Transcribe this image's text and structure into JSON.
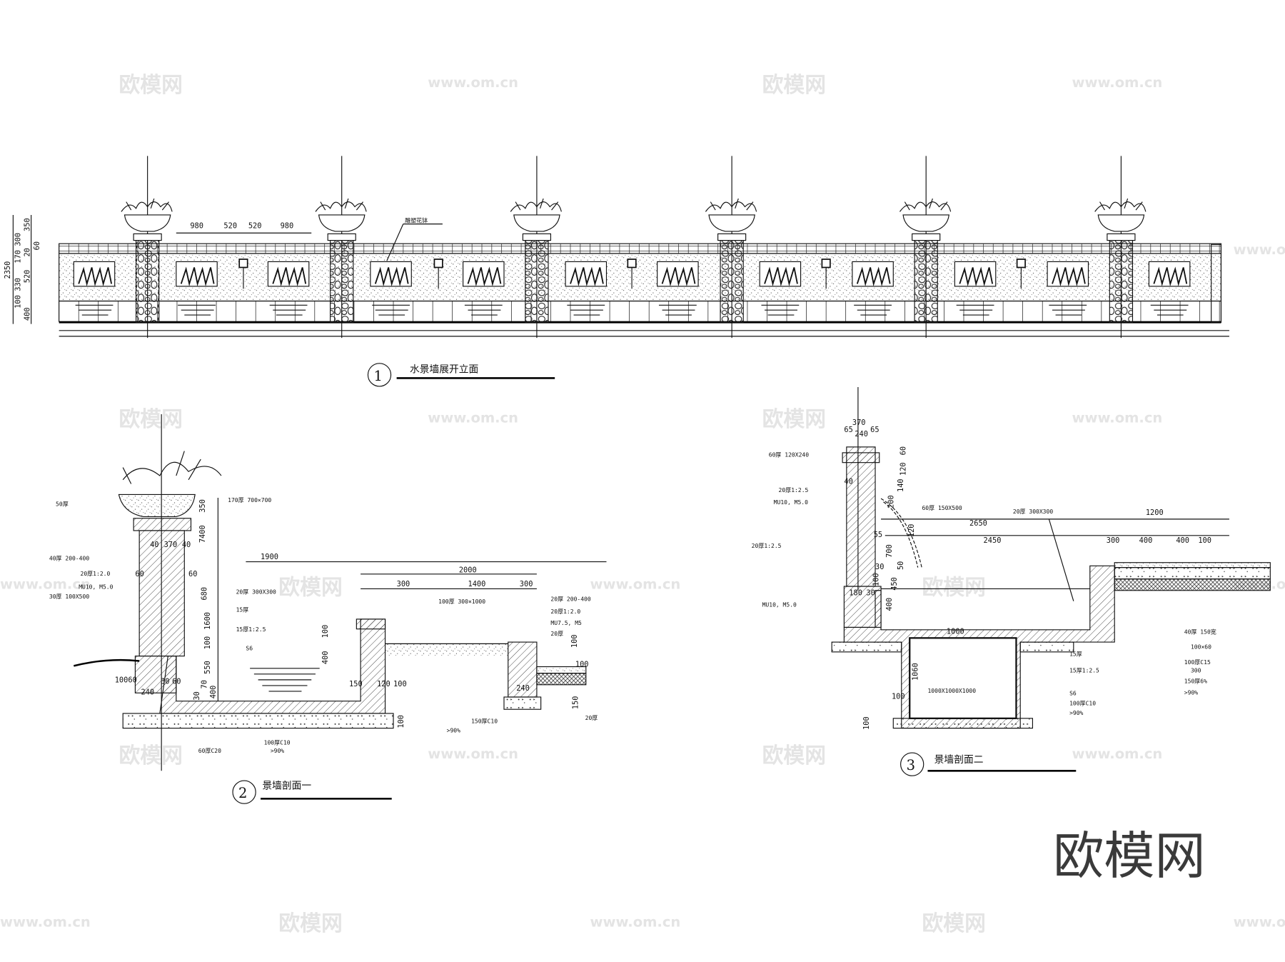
{
  "drawings": [
    {
      "number": "1",
      "title": "水景墙展开立面"
    },
    {
      "number": "2",
      "title": "景墙剖面一"
    },
    {
      "number": "3",
      "title": "景墙剖面二"
    }
  ],
  "elevation": {
    "top_dims": [
      "980",
      "520",
      "520",
      "980"
    ],
    "side_dims": [
      "2350",
      "350",
      "300",
      "170",
      "20",
      "60",
      "520",
      "330",
      "100",
      "400"
    ],
    "callout": "雕塑花钵"
  },
  "section1": {
    "dims": [
      "350",
      "7400",
      "40",
      "370",
      "40",
      "60",
      "60",
      "680",
      "1600",
      "1900",
      "100",
      "550",
      "70",
      "30",
      "400",
      "10060",
      "240",
      "30",
      "60",
      "2000",
      "300",
      "1400",
      "300",
      "100",
      "400",
      "150",
      "120",
      "100",
      "100",
      "240",
      "100",
      "150",
      "100"
    ],
    "notes": [
      "170厚 700×700",
      "50厚",
      "40厚 200-400",
      "20厚1:2.0",
      "MU10, M5.0",
      "30厚 100X500",
      "20厚 300X300",
      "15厚",
      "15厚1:2.5",
      "S6",
      "100厚 300×1000",
      "20厚 200-400",
      "20厚1:2.0",
      "MU7.5, M5",
      "20厚",
      "60厚C20",
      "100厚C10",
      ">90%",
      "150厚C10",
      ">90%",
      "20厚"
    ]
  },
  "section2": {
    "dims": [
      "370",
      "65",
      "240",
      "65",
      "60",
      "120",
      "140",
      "200",
      "40",
      "2650",
      "2450",
      "700",
      "120",
      "55",
      "50",
      "30",
      "450",
      "180",
      "30",
      "1000",
      "1060",
      "100",
      "100",
      "1200",
      "300",
      "400",
      "400",
      "100",
      "100",
      "400"
    ],
    "notes": [
      "60厚 120X240",
      "20厚1:2.5",
      "MU10, M5.0",
      "20厚1:2.5",
      "MU10, M5.0",
      "60厚 150X500",
      "20厚 300X300",
      "1000X1000X1000",
      "15厚",
      "15厚1:2.5",
      "S6",
      "100厚C10",
      ">90%",
      "40厚 150宽",
      "100×60",
      "100厚C15",
      "300",
      "150厚6%",
      ">90%"
    ]
  },
  "watermarks": {
    "brand": "欧模网",
    "url": "www.om.cn"
  },
  "colors": {
    "line": "#111111",
    "watermark": "#e4e4e4",
    "logo": "#3a3a3a"
  }
}
